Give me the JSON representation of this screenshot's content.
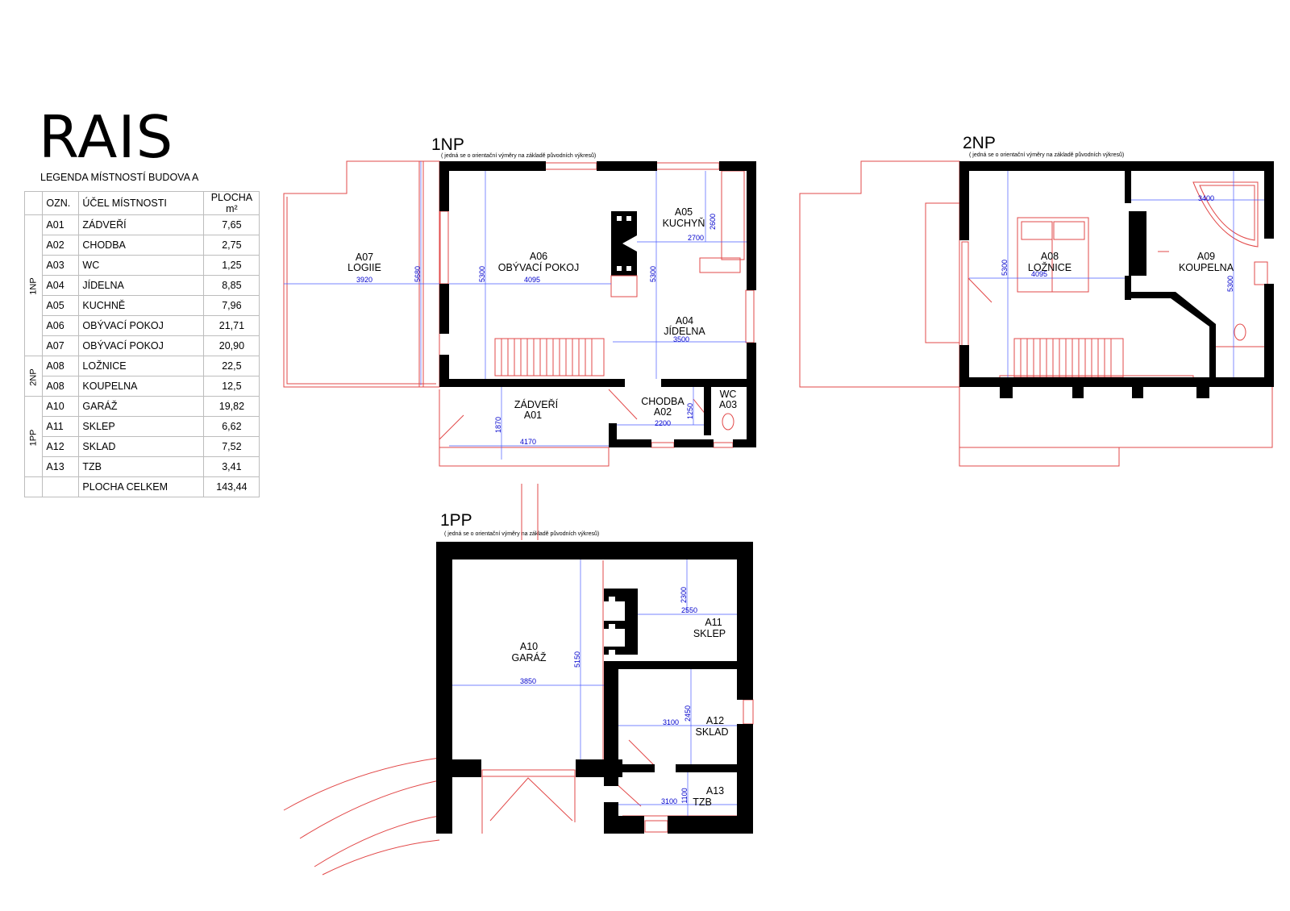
{
  "brand": "RAIS",
  "legend_title": "LEGENDA MÍSTNOSTÍ BUDOVA A",
  "table": {
    "header": {
      "code": "OZN.",
      "purpose": "ÚČEL MÍSTNOSTI",
      "area": "PLOCHA m²"
    },
    "groups": [
      {
        "level": "1NP",
        "rows": [
          {
            "code": "A01",
            "purpose": "ZÁDVEŘÍ",
            "area": "7,65"
          },
          {
            "code": "A02",
            "purpose": "CHODBA",
            "area": "2,75"
          },
          {
            "code": "A03",
            "purpose": "WC",
            "area": "1,25"
          },
          {
            "code": "A04",
            "purpose": "JÍDELNA",
            "area": "8,85"
          },
          {
            "code": "A05",
            "purpose": "KUCHNĚ",
            "area": "7,96"
          },
          {
            "code": "A06",
            "purpose": "OBÝVACÍ POKOJ",
            "area": "21,71"
          },
          {
            "code": "A07",
            "purpose": "OBÝVACÍ POKOJ",
            "area": "20,90"
          }
        ]
      },
      {
        "level": "2NP",
        "rows": [
          {
            "code": "A08",
            "purpose": "LOŽNICE",
            "area": "22,5"
          },
          {
            "code": "A08",
            "purpose": "KOUPELNA",
            "area": "12,5"
          }
        ]
      },
      {
        "level": "1PP",
        "rows": [
          {
            "code": "A10",
            "purpose": "GARÁŽ",
            "area": "19,82"
          },
          {
            "code": "A11",
            "purpose": "SKLEP",
            "area": "6,62"
          },
          {
            "code": "A12",
            "purpose": "SKLAD",
            "area": "7,52"
          },
          {
            "code": "A13",
            "purpose": "TZB",
            "area": "3,41"
          }
        ]
      }
    ],
    "total_label": "PLOCHA CELKEM",
    "total_value": "143,44"
  },
  "plans": {
    "np1": {
      "title": "1NP",
      "note": "( jedná se o orientační výměry na základě původních výkresů)",
      "rooms": {
        "a07": {
          "code": "A07",
          "name": "LOGIIE"
        },
        "a06": {
          "code": "A06",
          "name": "OBÝVACÍ POKOJ"
        },
        "a05": {
          "code": "A05",
          "name": "KUCHYŇ"
        },
        "a04": {
          "code": "A04",
          "name": "JÍDELNA"
        },
        "a01": {
          "name": "ZÁDVEŘÍ",
          "code": "A01"
        },
        "a02": {
          "name": "CHODBA",
          "code": "A02"
        },
        "a03": {
          "name": "WC",
          "code": "A03"
        }
      },
      "dims": {
        "a07_w": "3920",
        "a07_h": "5680",
        "a06_w": "4095",
        "a06_h": "5300",
        "a05_h": "2600",
        "a05_w": "2700",
        "a04_h": "5300",
        "a04_w": "3500",
        "a01_h": "1870",
        "a01_w": "4170",
        "a02_w": "2200",
        "a02_h": "1250"
      }
    },
    "np2": {
      "title": "2NP",
      "note": "( jedná se o orientační výměry na základě původních výkresů)",
      "rooms": {
        "a08": {
          "code": "A08",
          "name": "LOŽNICE"
        },
        "a09": {
          "code": "A09",
          "name": "KOUPELNA"
        }
      },
      "dims": {
        "a08_h": "5300",
        "a08_w": "4095",
        "a09_w": "3400",
        "a09_h": "5300"
      }
    },
    "pp1": {
      "title": "1PP",
      "note": "( jedná se o orientační výměry na základě původních výkresů)",
      "rooms": {
        "a10": {
          "code": "A10",
          "name": "GARÁŽ"
        },
        "a11": {
          "code": "A11",
          "name": "SKLEP"
        },
        "a12": {
          "code": "A12",
          "name": "SKLAD"
        },
        "a13": {
          "code": "A13",
          "name": "TZB"
        }
      },
      "dims": {
        "a10_w": "3850",
        "a10_h": "5150",
        "a11_h": "2300",
        "a11_w": "2550",
        "a12_h": "2450",
        "a12_w": "3100",
        "a13_w": "3100",
        "a13_h": "1100"
      }
    }
  }
}
